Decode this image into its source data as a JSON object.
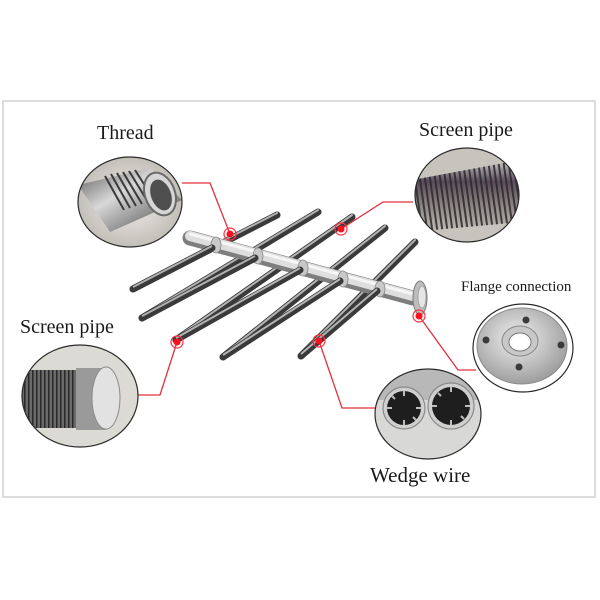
{
  "diagram": {
    "title": "Header lateral / hub-and-lateral screen assembly",
    "callouts": [
      {
        "id": "thread",
        "label": "Thread"
      },
      {
        "id": "screen-pipe-top",
        "label": "Screen pipe"
      },
      {
        "id": "screen-pipe-left",
        "label": "Screen pipe"
      },
      {
        "id": "flange-connection",
        "label": "Flange connection"
      },
      {
        "id": "wedge-wire",
        "label": "Wedge wire"
      }
    ],
    "lateral_count": 5,
    "colors": {
      "leader_line": "#e0313a",
      "marker": "#ff1020",
      "steel_light": "#e4e4e4",
      "steel_mid": "#a9a9a9",
      "steel_dark": "#4a4a4a",
      "frame_border": "#dcdcdc",
      "text": "#1a1a1a"
    }
  }
}
